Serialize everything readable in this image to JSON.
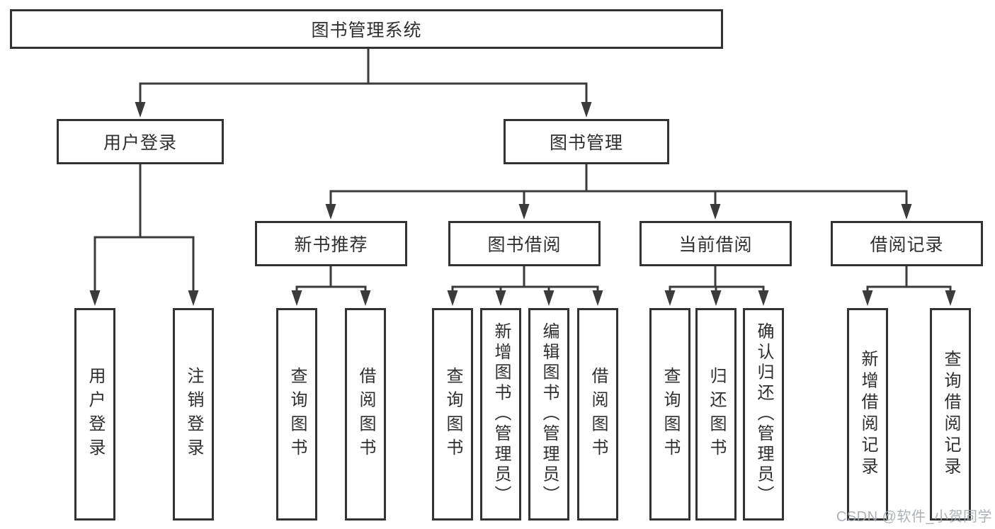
{
  "tree": {
    "root": "图书管理系统",
    "branches": [
      {
        "label": "用户登录",
        "leaves": [
          "用户登录",
          "注销登录"
        ]
      },
      {
        "label": "图书管理",
        "groups": [
          {
            "label": "新书推荐",
            "leaves": [
              "查询图书",
              "借阅图书"
            ]
          },
          {
            "label": "图书借阅",
            "leaves": [
              "查询图书",
              "新增图书（管理员）",
              "编辑图书（管理员）",
              "借阅图书"
            ]
          },
          {
            "label": "当前借阅",
            "leaves": [
              "查询图书",
              "归还图书",
              "确认归还（管理员）"
            ]
          },
          {
            "label": "借阅记录",
            "leaves": [
              "新增借阅记录",
              "查询借阅记录"
            ]
          }
        ]
      }
    ]
  },
  "watermark": "CSDN @软件_小贺同学",
  "colors": {
    "background": "#ffffff",
    "box_border": "#333333",
    "connector_line": "#3b3b3b",
    "text": "#2f2f2f",
    "watermark_text": "#a4a9af"
  }
}
